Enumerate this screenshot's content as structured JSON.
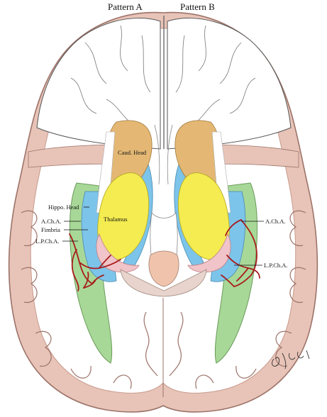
{
  "titles": {
    "left": "Pattern  A",
    "right": "Pattern B"
  },
  "labels": {
    "caud_head": "Caud. Head",
    "thalamus": "Thalamus",
    "hippo_head": "Hippo. Head",
    "acha_left": "A.Ch.A.",
    "fimbria": "Fimbria",
    "lpcha_left": "L.P.Ch.A.",
    "acha_right": "A.Ch.A.",
    "lpcha_right": "L.P.Ch.A."
  },
  "colors": {
    "cortex": "#e8c4b8",
    "cortex_edge": "#c89a8c",
    "white_matter": "#ffffff",
    "caudate": "#e4b874",
    "thalamus": "#f4ec50",
    "ventricle": "#7cc4ea",
    "hippocampus": "#a8d898",
    "choroid": "#f0c4c8",
    "artery": "#a81c1c",
    "brainstem": "#f0c4ac"
  }
}
